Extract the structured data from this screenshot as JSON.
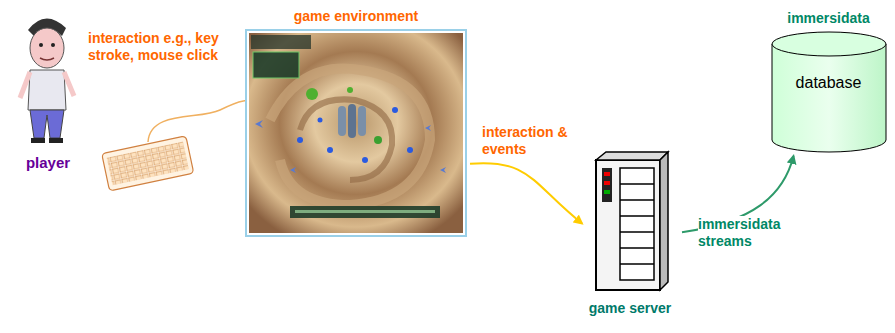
{
  "diagram": {
    "nodes": [
      {
        "text": [
          "player"
        ]
      },
      {
        "text": [
          "game environment"
        ]
      },
      {
        "text": [
          "game server"
        ]
      },
      {
        "text": [
          "immersidata",
          "database"
        ]
      }
    ],
    "edges": [
      {
        "from": 1,
        "to": 2,
        "arrow": "to",
        "label": "interaction & events"
      },
      {
        "from": 2,
        "to": 3,
        "arrow": "to",
        "label": "immersidata streams"
      }
    ],
    "labels": [
      "interaction e.g., key stroke, mouse click"
    ]
  }
}
